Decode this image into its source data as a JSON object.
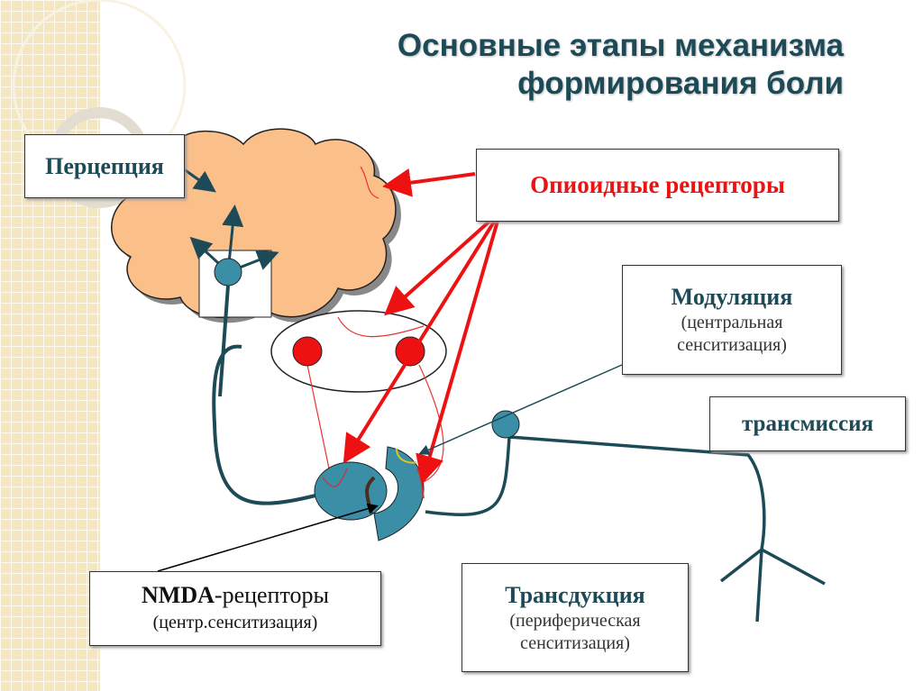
{
  "title": {
    "line1": "Основные этапы механизма",
    "line2": "формирования боли"
  },
  "labels": {
    "perception": "Перцепция",
    "opioid": "Опиоидные рецепторы",
    "modulation": {
      "title": "Модуляция",
      "sub1": "(центральная",
      "sub2": "сенситизация)"
    },
    "transmission": "трансмиссия",
    "nmda": {
      "title_bold": "NMDA",
      "title_rest": "-рецепторы",
      "sub": "(центр.сенситизация)"
    },
    "transduction": {
      "title": "Трансдукция",
      "sub1": "(периферическая",
      "sub2": "сенситизация)"
    }
  },
  "colors": {
    "title": "#1d4a57",
    "red": "#ee1111",
    "teal": "#3a8ea6",
    "cloud": "#fbbf8a"
  }
}
